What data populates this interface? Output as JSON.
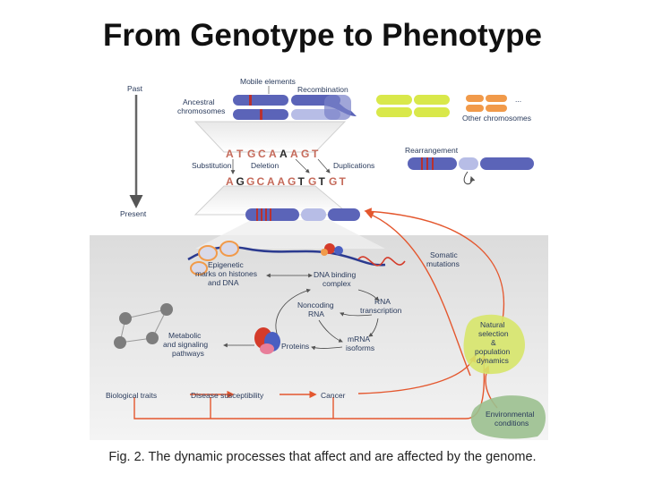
{
  "title": "From Genotype to Phenotype",
  "caption": "Fig. 2. The dynamic processes that affect and are affected by the genome.",
  "colors": {
    "chromosome_blue": "#5b64b8",
    "chromosome_light": "#b7bde6",
    "chromosome_yellow": "#d9e84a",
    "chromosome_orange": "#f19a4a",
    "arrow_red": "#e4572e",
    "band_red": "#b8312f",
    "node_gray": "#7d7d7d",
    "selection_green": "#d7e66a",
    "environment_green": "#9bc08f",
    "label_blue": "#2a3b5c"
  },
  "diagram": {
    "timeline": {
      "past": "Past",
      "present": "Present"
    },
    "labels": {
      "mobile_elements": "Mobile elements",
      "recombination": "Recombination",
      "ancestral_1": "Ancestral",
      "ancestral_2": "chromosomes",
      "other_chromosomes": "Other chromosomes",
      "ellipsis": "...",
      "rearrangement": "Rearrangement",
      "substitution": "Substitution",
      "deletion": "Deletion",
      "duplications": "Duplications",
      "somatic_1": "Somatic",
      "somatic_2": "mutations",
      "epigenetic_1": "Epigenetic",
      "epigenetic_2": "marks on histones",
      "epigenetic_3": "and DNA",
      "dna_binding_1": "DNA binding",
      "dna_binding_2": "complex",
      "noncoding_1": "Noncoding",
      "noncoding_2": "RNA",
      "rna_tx_1": "RNA",
      "rna_tx_2": "transcription",
      "metabolic_1": "Metabolic",
      "metabolic_2": "and signaling",
      "metabolic_3": "pathways",
      "proteins": "Proteins",
      "mrna_1": "mRNA",
      "mrna_2": "isoforms",
      "natural_1": "Natural",
      "natural_2": "selection",
      "natural_3": "&",
      "natural_4": "population",
      "natural_5": "dynamics",
      "biological_traits": "Biological traits",
      "disease_susceptibility": "Disease susceptibility",
      "cancer": "Cancer",
      "environment_1": "Environmental",
      "environment_2": "conditions"
    },
    "sequence_top": [
      "A",
      "T",
      "G",
      "C",
      "A",
      "A",
      "A",
      "G",
      "T"
    ],
    "sequence_bottom": [
      "A",
      "G",
      "G",
      "C",
      "A",
      "A",
      "G",
      "T",
      "G",
      "T",
      "G",
      "T"
    ]
  }
}
